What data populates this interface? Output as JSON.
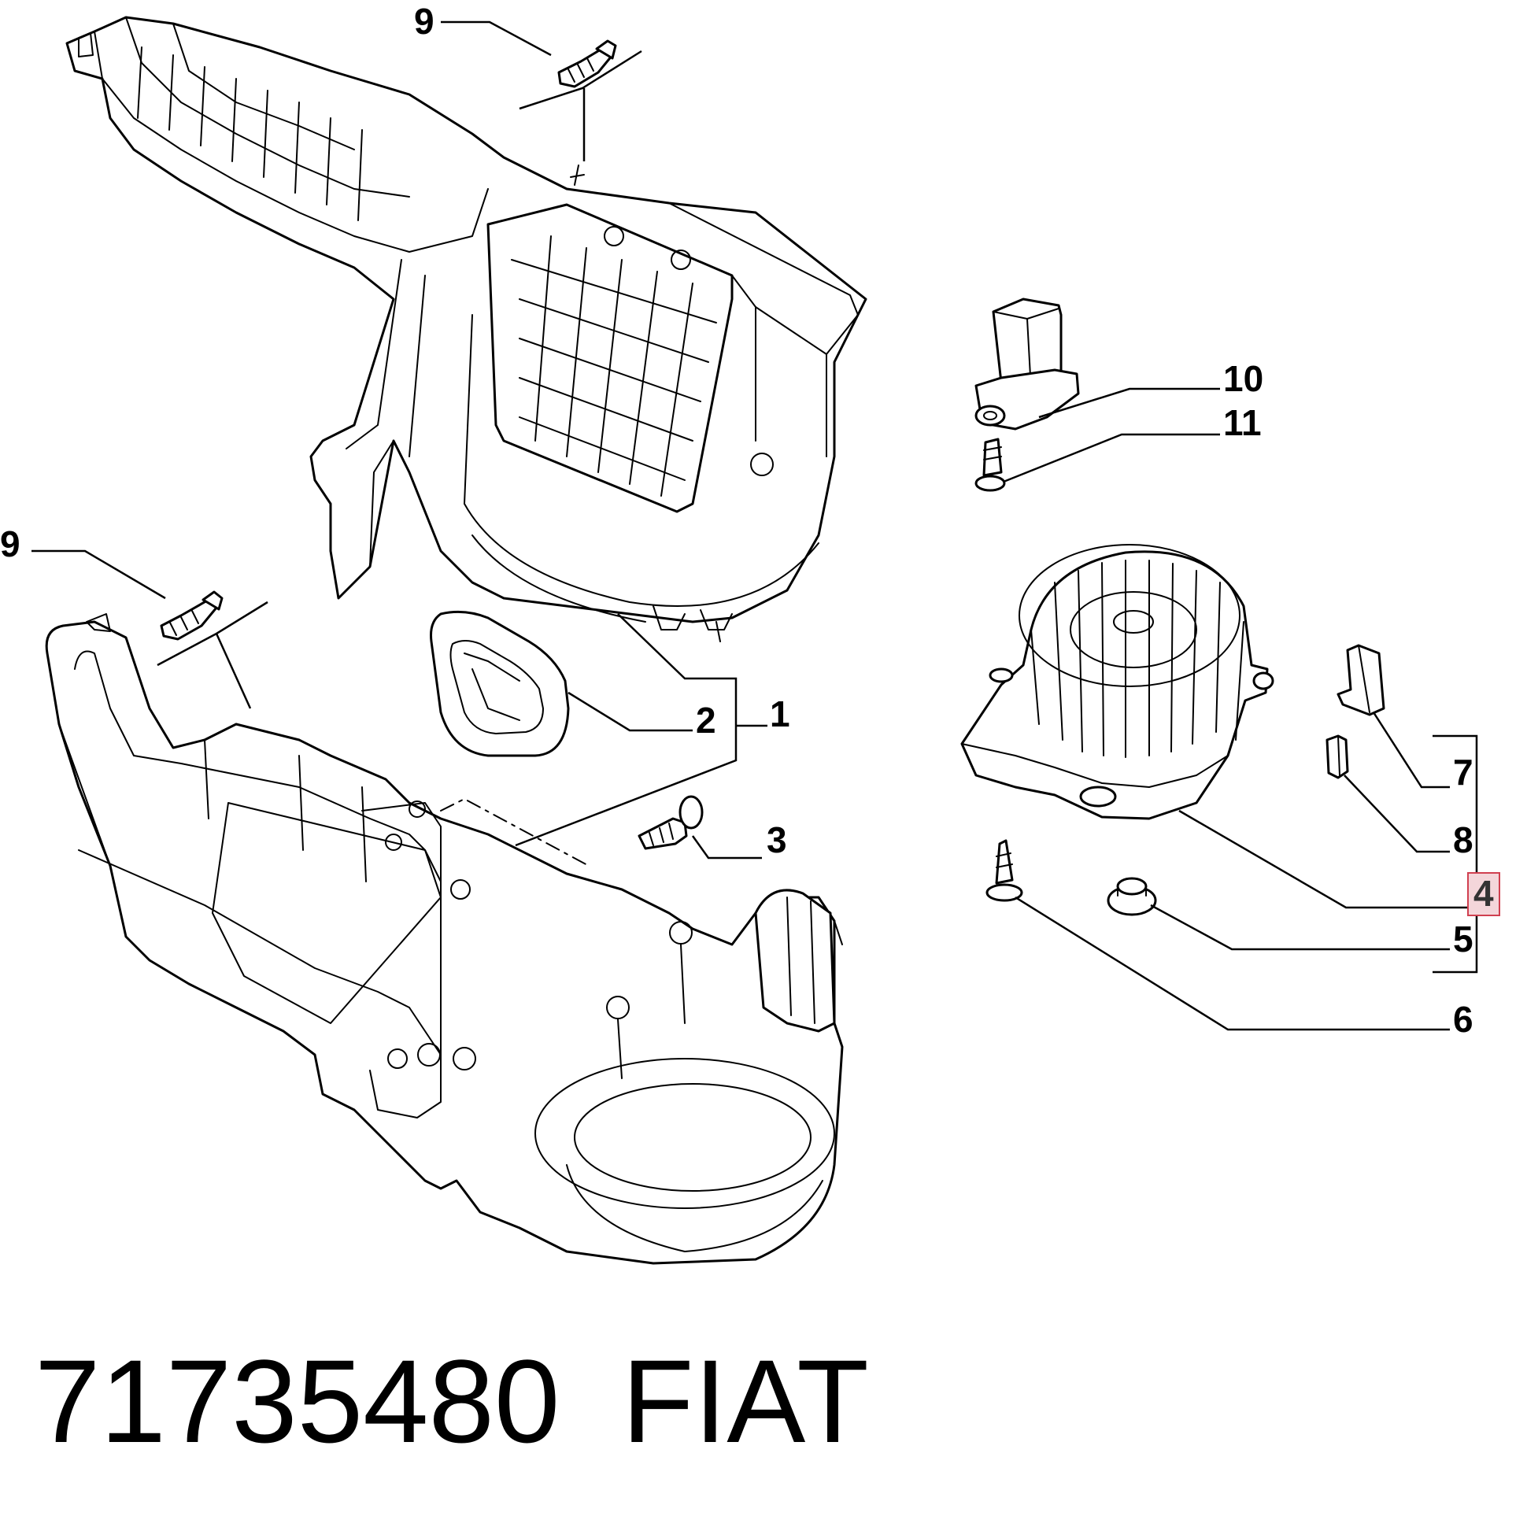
{
  "callouts": {
    "p1": "1",
    "p2": "2",
    "p3": "3",
    "p4": "4",
    "p5": "5",
    "p6": "6",
    "p7": "7",
    "p8": "8",
    "p9_top": "9",
    "p9_left": "9",
    "p10": "10",
    "p11": "11"
  },
  "caption": {
    "part_number": "71735480",
    "brand": "FIAT"
  },
  "colors": {
    "highlight_border": "#d04050",
    "highlight_fill": "#f4d6da"
  }
}
